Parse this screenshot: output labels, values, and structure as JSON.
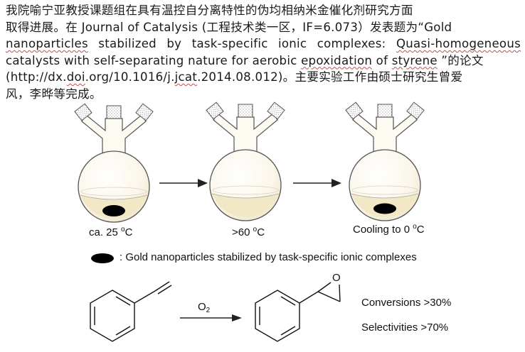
{
  "paragraph": {
    "line1": "我院喻宁亚教授课题组在具有温控自分离特性的伪均相纳米金催化剂研究方面",
    "line2": "取得进展。在 Journal of Catalysis (工程技术类一区，IF=6.073）发表题为“Gold",
    "line3_words": [
      "nanoparticles",
      "stabilized",
      "by",
      "task-specific",
      "ionic",
      "complexes:",
      "Quasi-homogeneous"
    ],
    "line4_a": "catalysts with self-separating nature for aerobic ",
    "line4_b": "epoxidation",
    "line4_c": " of ",
    "line4_d": "styrene",
    "line4_e": " ”的论文",
    "line5_a": "(http://dx.",
    "line5_b": "doi",
    "line5_c": ".org/10.1016/j.",
    "line5_d": "jcat",
    "line5_e": ".2014.08.012)。主要实验工作由硕士研究生曾爱",
    "line6": "风，李晔等完成。"
  },
  "figure": {
    "flask_labels": {
      "left_prefix": "ca. 25 ",
      "middle_prefix": ">60 ",
      "right_prefix": "Cooling to 0 ",
      "degree": "o",
      "unit": "C"
    },
    "legend_text": ": Gold nanoparticles  stabilized by task-specific ionic complexes",
    "oxidant": "O",
    "oxidant_subscript": "2",
    "epoxide_atom": "O",
    "conversions": "Conversions >30%",
    "selectivities": "Selectivities >70%"
  },
  "colors": {
    "flask_fill": "#fbf6ea",
    "liquid": "#f6edcf",
    "ink": "#111111",
    "spellcheck": "#c0504d"
  }
}
